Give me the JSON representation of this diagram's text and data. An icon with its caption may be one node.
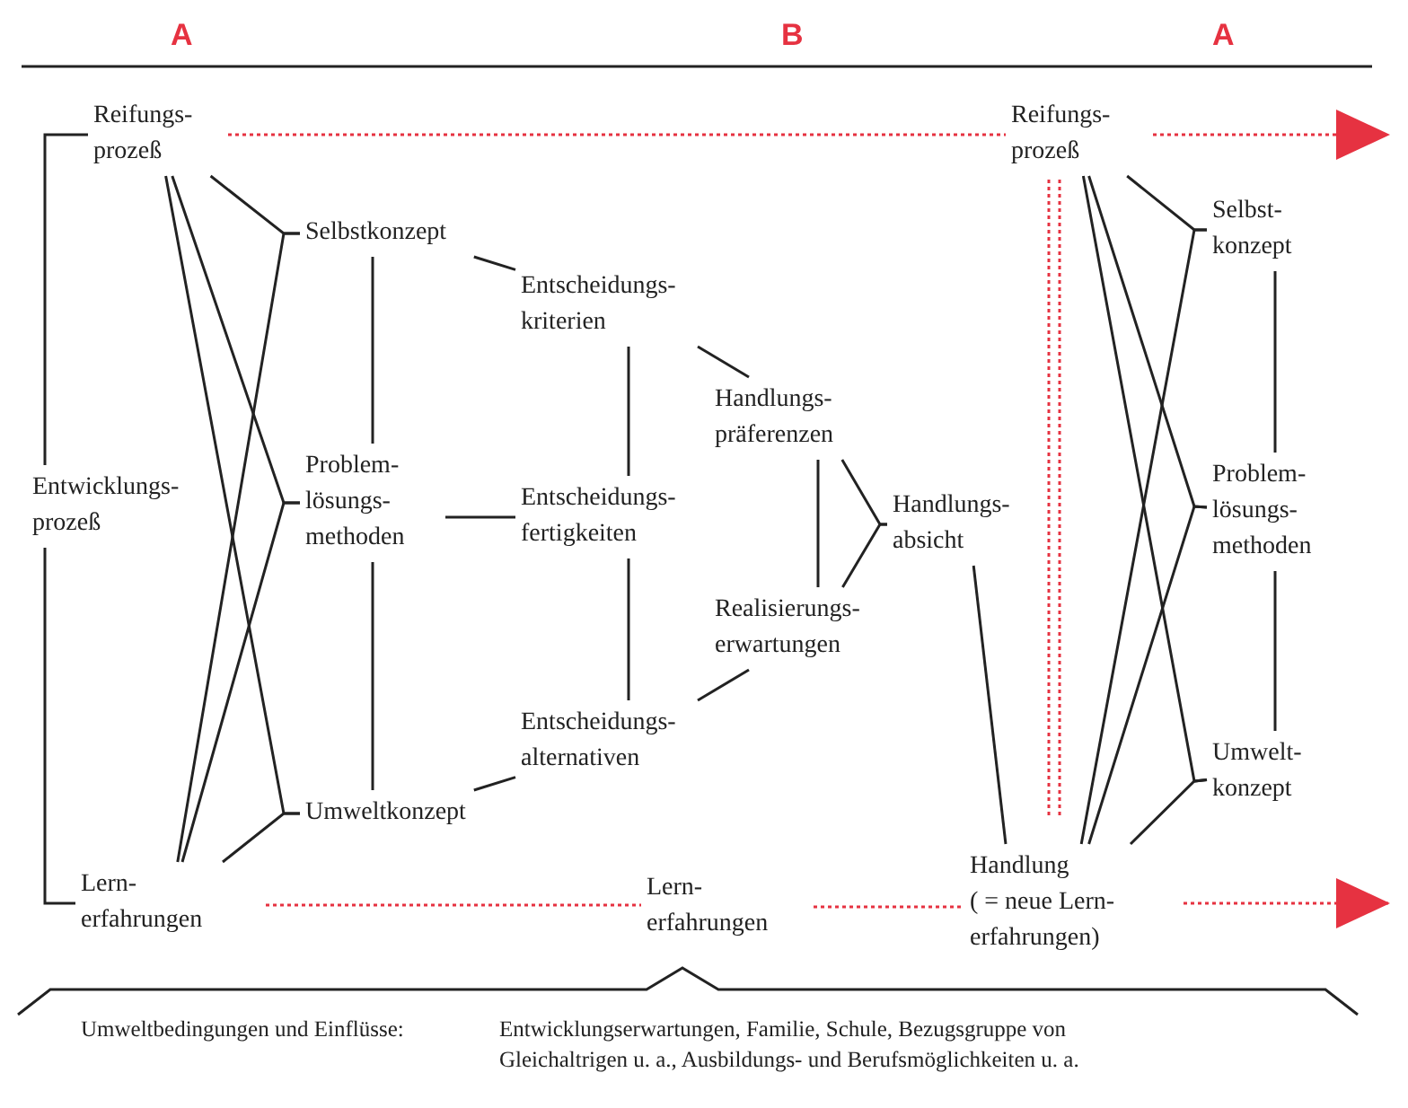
{
  "diagram": {
    "nodes": [
      {
        "text": [
          "Reifungs- prozeß"
        ]
      },
      {
        "text": [
          "Entwicklungs- prozeß"
        ]
      },
      {
        "text": [
          "Lern- erfahrungen"
        ]
      },
      {
        "text": [
          "Selbstkonzept"
        ]
      },
      {
        "text": [
          "Problem- lösungs- methoden"
        ]
      },
      {
        "text": [
          "Umweltkonzept"
        ]
      },
      {
        "text": [
          "Entscheidungs- kriterien"
        ]
      },
      {
        "text": [
          "Entscheidungs- fertigkeiten"
        ]
      },
      {
        "text": [
          "Entscheidungs- alternativen"
        ]
      },
      {
        "text": [
          "Handlungs- präferenzen"
        ]
      },
      {
        "text": [
          "Realisierungs- erwartungen"
        ]
      },
      {
        "text": [
          "Handlungs- absicht"
        ]
      },
      {
        "text": [
          "Reifungs- prozeß"
        ]
      },
      {
        "text": [
          "Lern- erfahrungen"
        ]
      },
      {
        "text": [
          "Handlung",
          "( = neue Lern- erfahrungen)"
        ]
      },
      {
        "text": [
          "Selbst- konzept"
        ]
      },
      {
        "text": [
          "Problem- lösungs- methoden"
        ]
      },
      {
        "text": [
          "Umwelt- konzept"
        ]
      }
    ],
    "edges": [
      {
        "from": 0,
        "to": 12,
        "arrow": "none",
        "style": "dashed",
        "color": "#e63241"
      },
      {
        "from": 12,
        "to": null,
        "arrow": "to",
        "style": "dashed",
        "color": "#e63241"
      },
      {
        "from": 1,
        "to": 0,
        "arrow": "none"
      },
      {
        "from": 1,
        "to": 2,
        "arrow": "none"
      },
      {
        "from": 0,
        "to": 3,
        "arrow": "none"
      },
      {
        "from": 0,
        "to": 4,
        "arrow": "none"
      },
      {
        "from": 0,
        "to": 5,
        "arrow": "none"
      },
      {
        "from": 2,
        "to": 3,
        "arrow": "none"
      },
      {
        "from": 2,
        "to": 4,
        "arrow": "none"
      },
      {
        "from": 2,
        "to": 5,
        "arrow": "none"
      },
      {
        "from": 3,
        "to": 4,
        "arrow": "none"
      },
      {
        "from": 4,
        "to": 5,
        "arrow": "none"
      },
      {
        "from": 3,
        "to": 6,
        "arrow": "none"
      },
      {
        "from": 4,
        "to": 7,
        "arrow": "none"
      },
      {
        "from": 5,
        "to": 8,
        "arrow": "none"
      },
      {
        "from": 6,
        "to": 7,
        "arrow": "none"
      },
      {
        "from": 7,
        "to": 8,
        "arrow": "none"
      },
      {
        "from": 6,
        "to": 9,
        "arrow": "none"
      },
      {
        "from": 8,
        "to": 10,
        "arrow": "none"
      },
      {
        "from": 9,
        "to": 10,
        "arrow": "none"
      },
      {
        "from": 9,
        "to": 11,
        "arrow": "none"
      },
      {
        "from": 10,
        "to": 11,
        "arrow": "none"
      },
      {
        "from": 11,
        "to": 14,
        "arrow": "none"
      },
      {
        "from": 12,
        "to": 15,
        "arrow": "none"
      },
      {
        "from": 12,
        "to": 16,
        "arrow": "none"
      },
      {
        "from": 12,
        "to": 17,
        "arrow": "none"
      },
      {
        "from": 14,
        "to": 15,
        "arrow": "none"
      },
      {
        "from": 14,
        "to": 16,
        "arrow": "none"
      },
      {
        "from": 14,
        "to": 17,
        "arrow": "none"
      },
      {
        "from": 15,
        "to": 16,
        "arrow": "none"
      },
      {
        "from": 16,
        "to": 17,
        "arrow": "none"
      },
      {
        "from": 2,
        "to": 13,
        "arrow": "none",
        "style": "dashed",
        "color": "#e63241"
      },
      {
        "from": 13,
        "to": 14,
        "arrow": "none",
        "style": "dashed",
        "color": "#e63241"
      },
      {
        "from": 14,
        "to": null,
        "arrow": "to",
        "style": "dashed",
        "color": "#e63241"
      }
    ],
    "labels": [
      "A",
      "B",
      "A",
      "Umweltbedingungen und Einflüsse:",
      "Entwicklungserwartungen, Familie, Schule, Bezugsgruppe von Gleichaltrigen u. a., Ausbildungs- und Berufsmöglichkeiten u. a."
    ]
  }
}
